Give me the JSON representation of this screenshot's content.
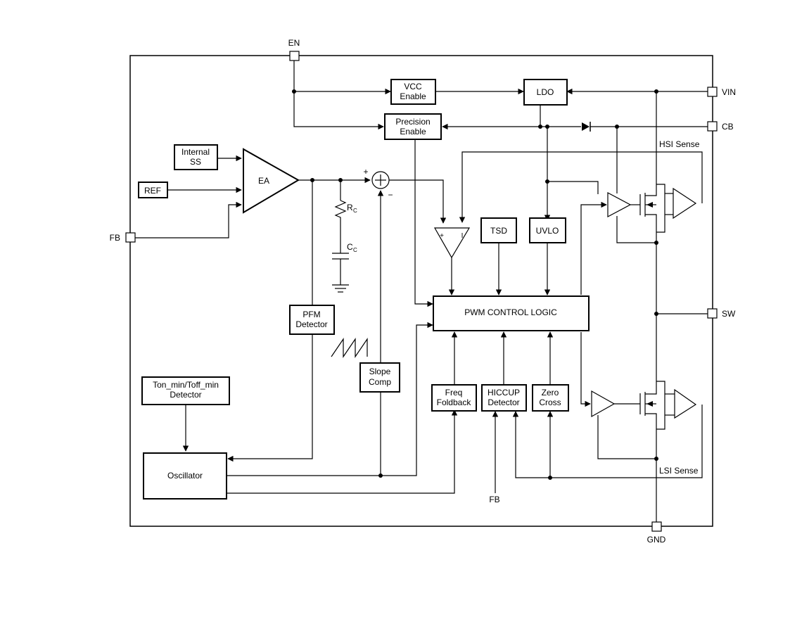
{
  "pins": {
    "en": "EN",
    "vin": "VIN",
    "cb": "CB",
    "fb": "FB",
    "sw": "SW",
    "gnd": "GND",
    "fb_internal": "FB"
  },
  "blocks": {
    "vcc_enable": [
      "VCC",
      "Enable"
    ],
    "ldo": "LDO",
    "precision_enable": [
      "Precision",
      "Enable"
    ],
    "internal_ss": [
      "Internal",
      "SS"
    ],
    "ref": "REF",
    "ea": "EA",
    "tsd": "TSD",
    "uvlo": "UVLO",
    "pwm_control_logic": "PWM CONTROL LOGIC",
    "pfm_detector": [
      "PFM",
      "Detector"
    ],
    "slope_comp": [
      "Slope",
      "Comp"
    ],
    "freq_foldback": [
      "Freq",
      "Foldback"
    ],
    "hiccup_detector": [
      "HICCUP",
      "Detector"
    ],
    "zero_cross": [
      "Zero",
      "Cross"
    ],
    "ton_toff_detector": [
      "Ton_min/Toff_min",
      "Detector"
    ],
    "oscillator": "Oscillator"
  },
  "labels": {
    "hsi_sense": "HSI Sense",
    "lsi_sense": "LSI Sense",
    "rc_main": "R",
    "rc_sub": "C",
    "cc_main": "C",
    "cc_sub": "C",
    "sum_plus": "+",
    "sum_minus": "−",
    "comp_plus": "+",
    "comp_minus": "I"
  }
}
